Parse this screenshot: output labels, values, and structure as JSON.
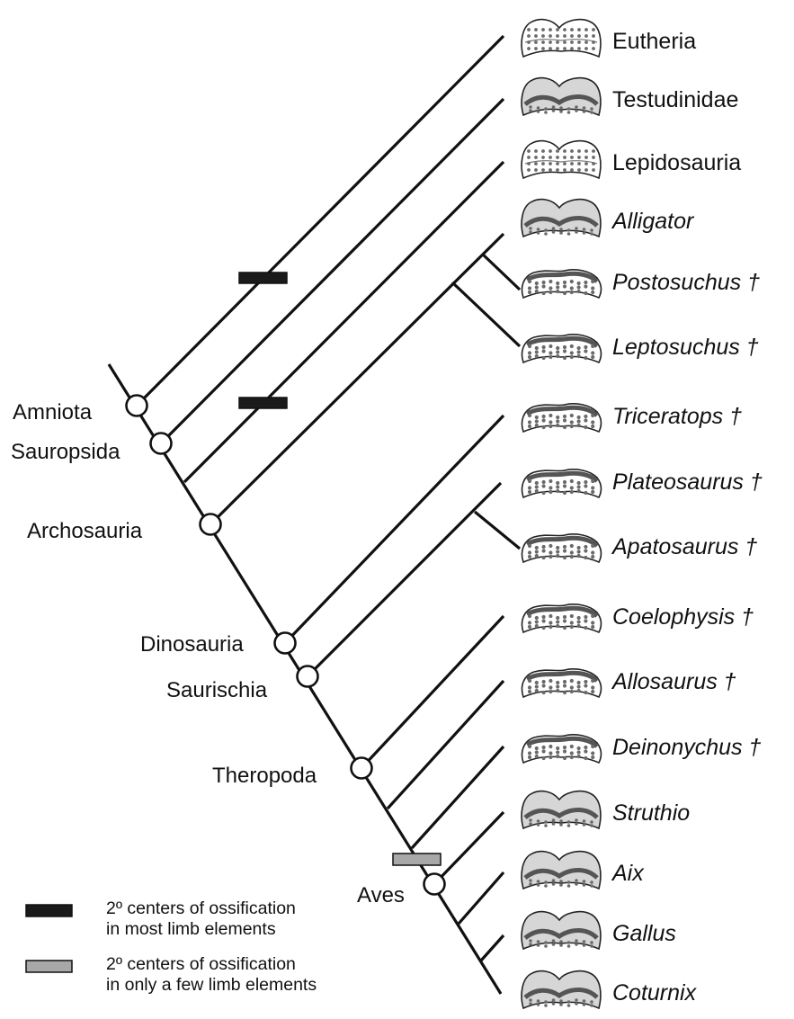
{
  "taxa": [
    {
      "id": "eutheria",
      "label": "Eutheria",
      "italic": false,
      "extinct": false,
      "bone_icon": "epiphysis-ossified-icon"
    },
    {
      "id": "testudinidae",
      "label": "Testudinidae",
      "italic": false,
      "extinct": false,
      "bone_icon": "epiphysis-cartilage-cap-icon"
    },
    {
      "id": "lepidosauria",
      "label": "Lepidosauria",
      "italic": false,
      "extinct": false,
      "bone_icon": "epiphysis-ossified-icon"
    },
    {
      "id": "alligator",
      "label": "Alligator",
      "italic": true,
      "extinct": false,
      "bone_icon": "epiphysis-cartilage-cap-icon"
    },
    {
      "id": "postosuchus",
      "label": "Postosuchus †",
      "italic": true,
      "extinct": true,
      "bone_icon": "epiphysis-calcified-icon"
    },
    {
      "id": "leptosuchus",
      "label": "Leptosuchus †",
      "italic": true,
      "extinct": true,
      "bone_icon": "epiphysis-calcified-icon"
    },
    {
      "id": "triceratops",
      "label": "Triceratops †",
      "italic": true,
      "extinct": true,
      "bone_icon": "epiphysis-calcified-icon"
    },
    {
      "id": "plateosaurus",
      "label": "Plateosaurus †",
      "italic": true,
      "extinct": true,
      "bone_icon": "epiphysis-calcified-icon"
    },
    {
      "id": "apatosaurus",
      "label": "Apatosaurus †",
      "italic": true,
      "extinct": true,
      "bone_icon": "epiphysis-calcified-icon"
    },
    {
      "id": "coelophysis",
      "label": "Coelophysis †",
      "italic": true,
      "extinct": true,
      "bone_icon": "epiphysis-calcified-icon"
    },
    {
      "id": "allosaurus",
      "label": "Allosaurus †",
      "italic": true,
      "extinct": true,
      "bone_icon": "epiphysis-calcified-icon"
    },
    {
      "id": "deinonychus",
      "label": "Deinonychus †",
      "italic": true,
      "extinct": true,
      "bone_icon": "epiphysis-calcified-icon"
    },
    {
      "id": "struthio",
      "label": "Struthio",
      "italic": true,
      "extinct": false,
      "bone_icon": "epiphysis-cartilage-cap-icon"
    },
    {
      "id": "aix",
      "label": "Aix",
      "italic": true,
      "extinct": false,
      "bone_icon": "epiphysis-cartilage-cap-icon"
    },
    {
      "id": "gallus",
      "label": "Gallus",
      "italic": true,
      "extinct": false,
      "bone_icon": "epiphysis-cartilage-cap-icon"
    },
    {
      "id": "coturnix",
      "label": "Coturnix",
      "italic": true,
      "extinct": false,
      "bone_icon": "epiphysis-cartilage-cap-icon"
    }
  ],
  "clades": [
    {
      "id": "amniota",
      "label": "Amniota"
    },
    {
      "id": "sauropsida",
      "label": "Sauropsida"
    },
    {
      "id": "archosauria",
      "label": "Archosauria"
    },
    {
      "id": "dinosauria",
      "label": "Dinosauria"
    },
    {
      "id": "saurischia",
      "label": "Saurischia"
    },
    {
      "id": "theropoda",
      "label": "Theropoda"
    },
    {
      "id": "aves",
      "label": "Aves"
    }
  ],
  "legend": [
    {
      "id": "most",
      "color": "#1a1a1a",
      "lines": [
        "2º centers of ossification",
        "in most limb elements"
      ]
    },
    {
      "id": "few",
      "color": "#a8a8a8",
      "lines": [
        "2º centers of ossification",
        "in only a few limb elements"
      ]
    }
  ],
  "colors": {
    "branch": "#111111",
    "marker_most": "#1a1a1a",
    "marker_few": "#a8a8a8",
    "cartilage": "#d6d6d6"
  }
}
